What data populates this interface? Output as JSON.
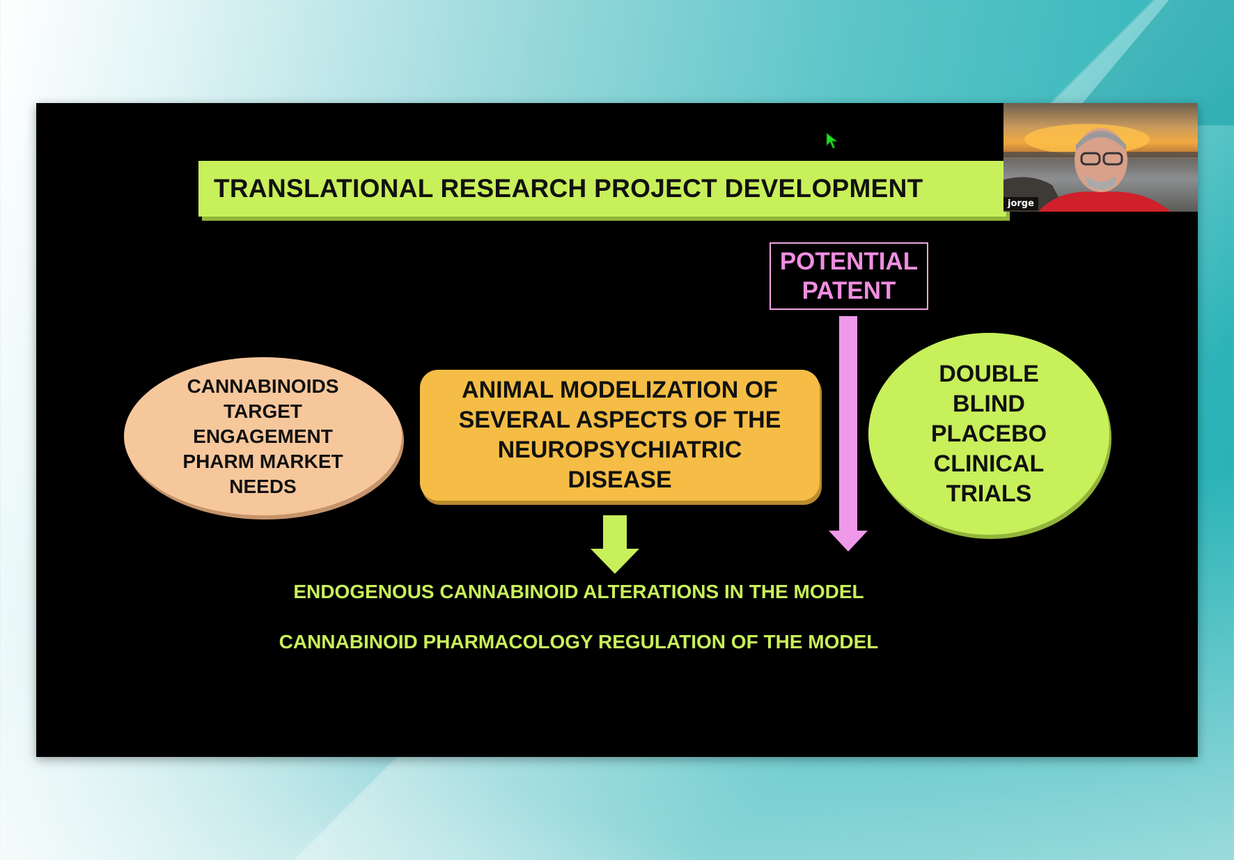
{
  "slide": {
    "title": "TRANSLATIONAL RESEARCH PROJECT DEVELOPMENT",
    "patent_box": {
      "line1": "POTENTIAL",
      "line2": "PATENT",
      "border_color": "#f4a4e4",
      "text_color": "#f08ee0"
    },
    "left_ellipse": {
      "lines": [
        "CANNABINOIDS",
        "TARGET",
        "ENGAGEMENT",
        "PHARM MARKET",
        "NEEDS"
      ],
      "color": "#f7c79c"
    },
    "center_box": {
      "lines": [
        "ANIMAL MODELIZATION OF",
        "SEVERAL ASPECTS OF THE",
        "NEUROPSYCHIATRIC",
        "DISEASE"
      ],
      "color": "#f5bd45"
    },
    "right_ellipse": {
      "lines": [
        "DOUBLE",
        "BLIND",
        "PLACEBO",
        "CLINICAL",
        "TRIALS"
      ],
      "color": "#c8f05a"
    },
    "bottom_lines": [
      "ENDOGENOUS CANNABINOID ALTERATIONS IN THE MODEL",
      "CANNABINOID PHARMACOLOGY REGULATION OF THE MODEL"
    ],
    "accent_green": "#c8f05a",
    "accent_pink": "#f099ea"
  },
  "webcam": {
    "participant_name": "jorge"
  },
  "icons": {
    "cursor": "pointer-cursor-icon",
    "down_arrow": "down-arrow-icon"
  }
}
